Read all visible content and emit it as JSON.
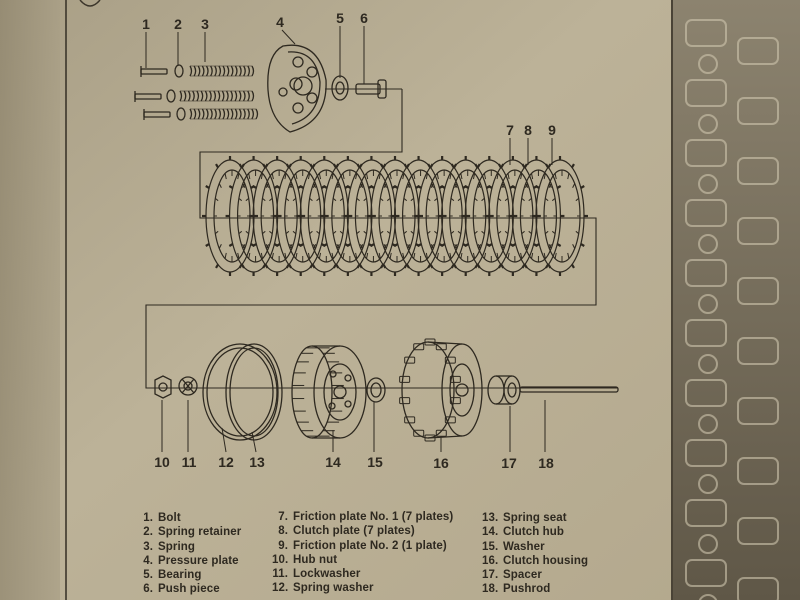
{
  "diagram": {
    "callouts": [
      "1",
      "2",
      "3",
      "4",
      "5",
      "6",
      "7",
      "8",
      "9",
      "10",
      "11",
      "12",
      "13",
      "14",
      "15",
      "16",
      "17",
      "18"
    ]
  },
  "legend": {
    "column1": [
      {
        "num": "1.",
        "label": "Bolt"
      },
      {
        "num": "2.",
        "label": "Spring retainer"
      },
      {
        "num": "3.",
        "label": "Spring"
      },
      {
        "num": "4.",
        "label": "Pressure plate"
      },
      {
        "num": "5.",
        "label": "Bearing"
      },
      {
        "num": "6.",
        "label": "Push piece"
      }
    ],
    "column2": [
      {
        "num": "7.",
        "label": "Friction plate No. 1 (7 plates)"
      },
      {
        "num": "8.",
        "label": "Clutch plate (7 plates)"
      },
      {
        "num": "9.",
        "label": "Friction plate No. 2 (1 plate)"
      },
      {
        "num": "10.",
        "label": "Hub nut"
      },
      {
        "num": "11.",
        "label": "Lockwasher"
      },
      {
        "num": "12.",
        "label": "Spring washer"
      }
    ],
    "column3": [
      {
        "num": "13.",
        "label": "Spring seat"
      },
      {
        "num": "14.",
        "label": "Clutch hub"
      },
      {
        "num": "15.",
        "label": "Washer"
      },
      {
        "num": "16.",
        "label": "Clutch housing"
      },
      {
        "num": "17.",
        "label": "Spacer"
      },
      {
        "num": "18.",
        "label": "Pushrod"
      }
    ]
  },
  "colors": {
    "page": "#b9ae93",
    "ink": "#2e2920",
    "background": "#6e6452"
  }
}
